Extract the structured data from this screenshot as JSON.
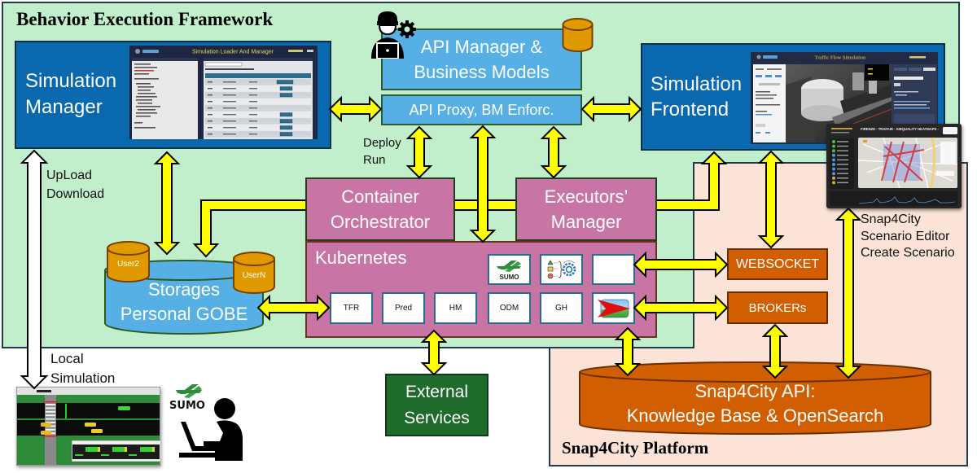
{
  "diagram": {
    "framework_title": "Behavior Execution Framework",
    "platform_title": "Snap4City Platform"
  },
  "components": {
    "simulation_manager": "Simulation\nManager",
    "api_manager": "API Manager &\nBusiness Models",
    "api_proxy": "API Proxy, BM Enforc.",
    "simulation_frontend": "Simulation\nFrontend",
    "container_orchestrator": "Container\nOrchestrator",
    "executors_manager": "Executors’\nManager",
    "kubernetes": "Kubernetes",
    "storages": "Storages\nPersonal GOBE",
    "websocket": "WEBSOCKET",
    "brokers": "BROKERs",
    "external_services": "External\nServices",
    "snap4city_api": "Snap4City API:\nKnowledge Base & OpenSearch"
  },
  "storage_users": [
    "User2",
    "UserN"
  ],
  "kubernetes_pods": {
    "top_row": [
      {
        "label": "SUMO",
        "icon": "sumo-logo-icon"
      },
      {
        "label": "",
        "icon": "workflow-gear-icon"
      },
      {
        "label": "",
        "icon": "none"
      }
    ],
    "bottom_row": [
      {
        "label": "TFR"
      },
      {
        "label": "Pred"
      },
      {
        "label": "HM"
      },
      {
        "label": "ODM"
      },
      {
        "label": "GH"
      },
      {
        "label": "",
        "icon": "red-arrow-icon"
      }
    ]
  },
  "annotations": {
    "deploy_run": "Deploy\nRun",
    "upload_download": "UpLoad\nDownload",
    "local_simulation": "Local\nSimulation",
    "scenario_editor": "Snap4City\nScenario Editor\nCreate Scenario"
  },
  "screenshots": {
    "simulation_manager_title": "Simulation Loader And Manager",
    "simulation_frontend_title": "Traffic Flow Simulation",
    "dashboard_title": "FIRENZE - TRAFAIR - AIRQUALITY HEATMAPS -"
  },
  "logos": {
    "sumo": "SUMO"
  },
  "icons": {
    "api_manager_user": "person-laptop-gear-icon",
    "api_manager_db": "database-icon",
    "local_user": "person-laptop-icon",
    "sumo": "sumo-logo-icon"
  },
  "colors": {
    "framework_bg": "#C2EFCB",
    "platform_bg": "#FBE3D8",
    "manager_blue": "#0A69AE",
    "api_blue": "#56B0E6",
    "orchestration_magenta": "#C875A6",
    "snap4city_orange": "#D25E02",
    "external_green": "#1E6B2C",
    "arrow_yellow": "#FFFF00",
    "user_db_orange": "#E09A00"
  }
}
